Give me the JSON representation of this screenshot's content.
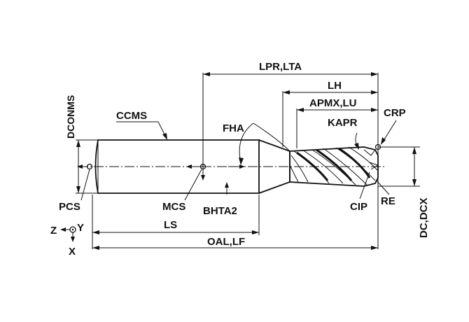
{
  "labels": {
    "lpr_lta": "LPR,LTA",
    "lh": "LH",
    "apmx_lu": "APMX,LU",
    "crp": "CRP",
    "kapr": "KAPR",
    "fha": "FHA",
    "ccms": "CCMS",
    "dconms": "DCONMS",
    "pcs": "PCS",
    "mcs": "MCS",
    "bhta2": "BHTA2",
    "cip": "CIP",
    "re": "RE",
    "dc_dcx": "DC,DCX",
    "ls": "LS",
    "oal_lf": "OAL,LF",
    "axis_z": "Z",
    "axis_y": "Y",
    "axis_x": "X"
  }
}
